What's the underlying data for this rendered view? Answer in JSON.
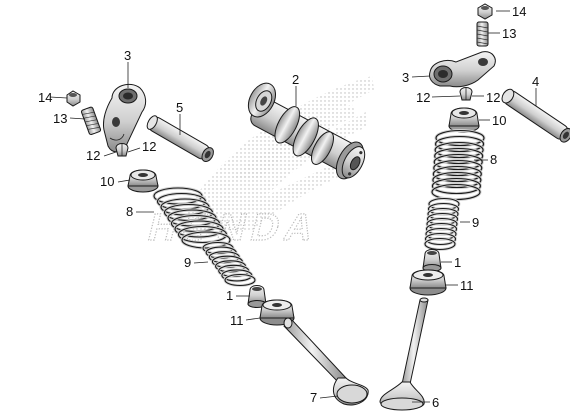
{
  "colors": {
    "ink": "#1a1a1a",
    "metal_light": "#f2f2f2",
    "metal_mid": "#c8c8c8",
    "metal_dark": "#7a7a7a",
    "watermark_dots": "#b9b9b9"
  },
  "watermark": {
    "text": "HONDA"
  },
  "callouts": [
    {
      "id": "c-14-left",
      "number": "14",
      "part": "nut"
    },
    {
      "id": "c-13-left",
      "number": "13",
      "part": "adjusting-screw"
    },
    {
      "id": "c-3-left",
      "number": "3",
      "part": "rocker-arm"
    },
    {
      "id": "c-5",
      "number": "5",
      "part": "rocker-arm-shaft"
    },
    {
      "id": "c-12-left-a",
      "number": "12",
      "part": "valve-cotter"
    },
    {
      "id": "c-12-left-b",
      "number": "12",
      "part": "valve-cotter"
    },
    {
      "id": "c-2",
      "number": "2",
      "part": "camshaft"
    },
    {
      "id": "c-10-left",
      "number": "10",
      "part": "spring-retainer"
    },
    {
      "id": "c-8-left",
      "number": "8",
      "part": "outer-valve-spring"
    },
    {
      "id": "c-9-left",
      "number": "9",
      "part": "inner-valve-spring"
    },
    {
      "id": "c-1-left",
      "number": "1",
      "part": "valve-stem-seal"
    },
    {
      "id": "c-11-left",
      "number": "11",
      "part": "spring-seat"
    },
    {
      "id": "c-7",
      "number": "7",
      "part": "intake-valve"
    },
    {
      "id": "c-14-right",
      "number": "14",
      "part": "nut"
    },
    {
      "id": "c-13-right",
      "number": "13",
      "part": "adjusting-screw"
    },
    {
      "id": "c-3-right",
      "number": "3",
      "part": "rocker-arm"
    },
    {
      "id": "c-4",
      "number": "4",
      "part": "rocker-arm-shaft"
    },
    {
      "id": "c-12-right-a",
      "number": "12",
      "part": "valve-cotter"
    },
    {
      "id": "c-12-right-b",
      "number": "12",
      "part": "valve-cotter"
    },
    {
      "id": "c-10-right",
      "number": "10",
      "part": "spring-retainer"
    },
    {
      "id": "c-8-right",
      "number": "8",
      "part": "outer-valve-spring"
    },
    {
      "id": "c-9-right",
      "number": "9",
      "part": "inner-valve-spring"
    },
    {
      "id": "c-1-right",
      "number": "1",
      "part": "valve-stem-seal"
    },
    {
      "id": "c-11-right",
      "number": "11",
      "part": "spring-seat"
    },
    {
      "id": "c-6",
      "number": "6",
      "part": "exhaust-valve"
    }
  ]
}
